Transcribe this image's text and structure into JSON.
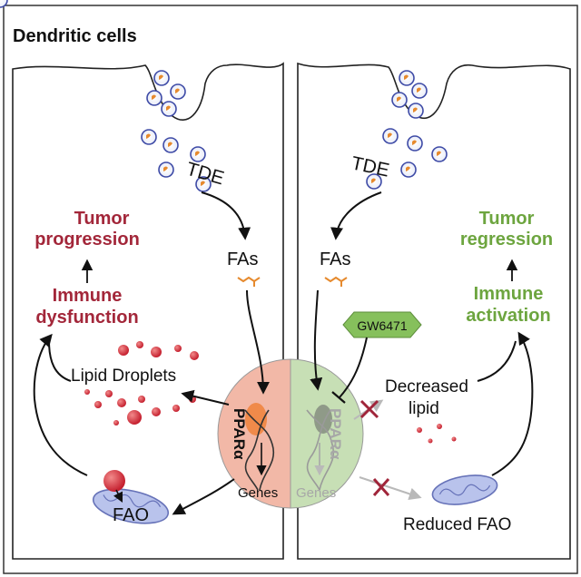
{
  "title": "Dendritic cells",
  "left_panel": {
    "tde": "TDE",
    "fas": "FAs",
    "outcome_top_line1": "Tumor",
    "outcome_top_line2": "progression",
    "outcome_bottom_line1": "Immune",
    "outcome_bottom_line2": "dysfunction",
    "lipid_droplets": "Lipid Droplets",
    "fao": "FAO",
    "receptor": "PPARα",
    "genes": "Genes"
  },
  "right_panel": {
    "tde": "TDE",
    "fas": "FAs",
    "outcome_top_line1": "Tumor",
    "outcome_top_line2": "regression",
    "outcome_bottom_line1": "Immune",
    "outcome_bottom_line2": "activation",
    "inhibitor": "GW6471",
    "decreased_line1": "Decreased",
    "decreased_line2": "lipid",
    "reduced_fao": "Reduced FAO",
    "receptor": "PPARα",
    "genes": "Genes"
  },
  "colors": {
    "progression": "#a3273a",
    "activation": "#6da53f",
    "nucleus_left": "#f2b8a7",
    "nucleus_right": "#c7dfb5",
    "inhibitor_fill": "#86c05c",
    "block_x": "#a0253a",
    "droplet": "#d9394a",
    "mito": "#9aa8d8"
  }
}
